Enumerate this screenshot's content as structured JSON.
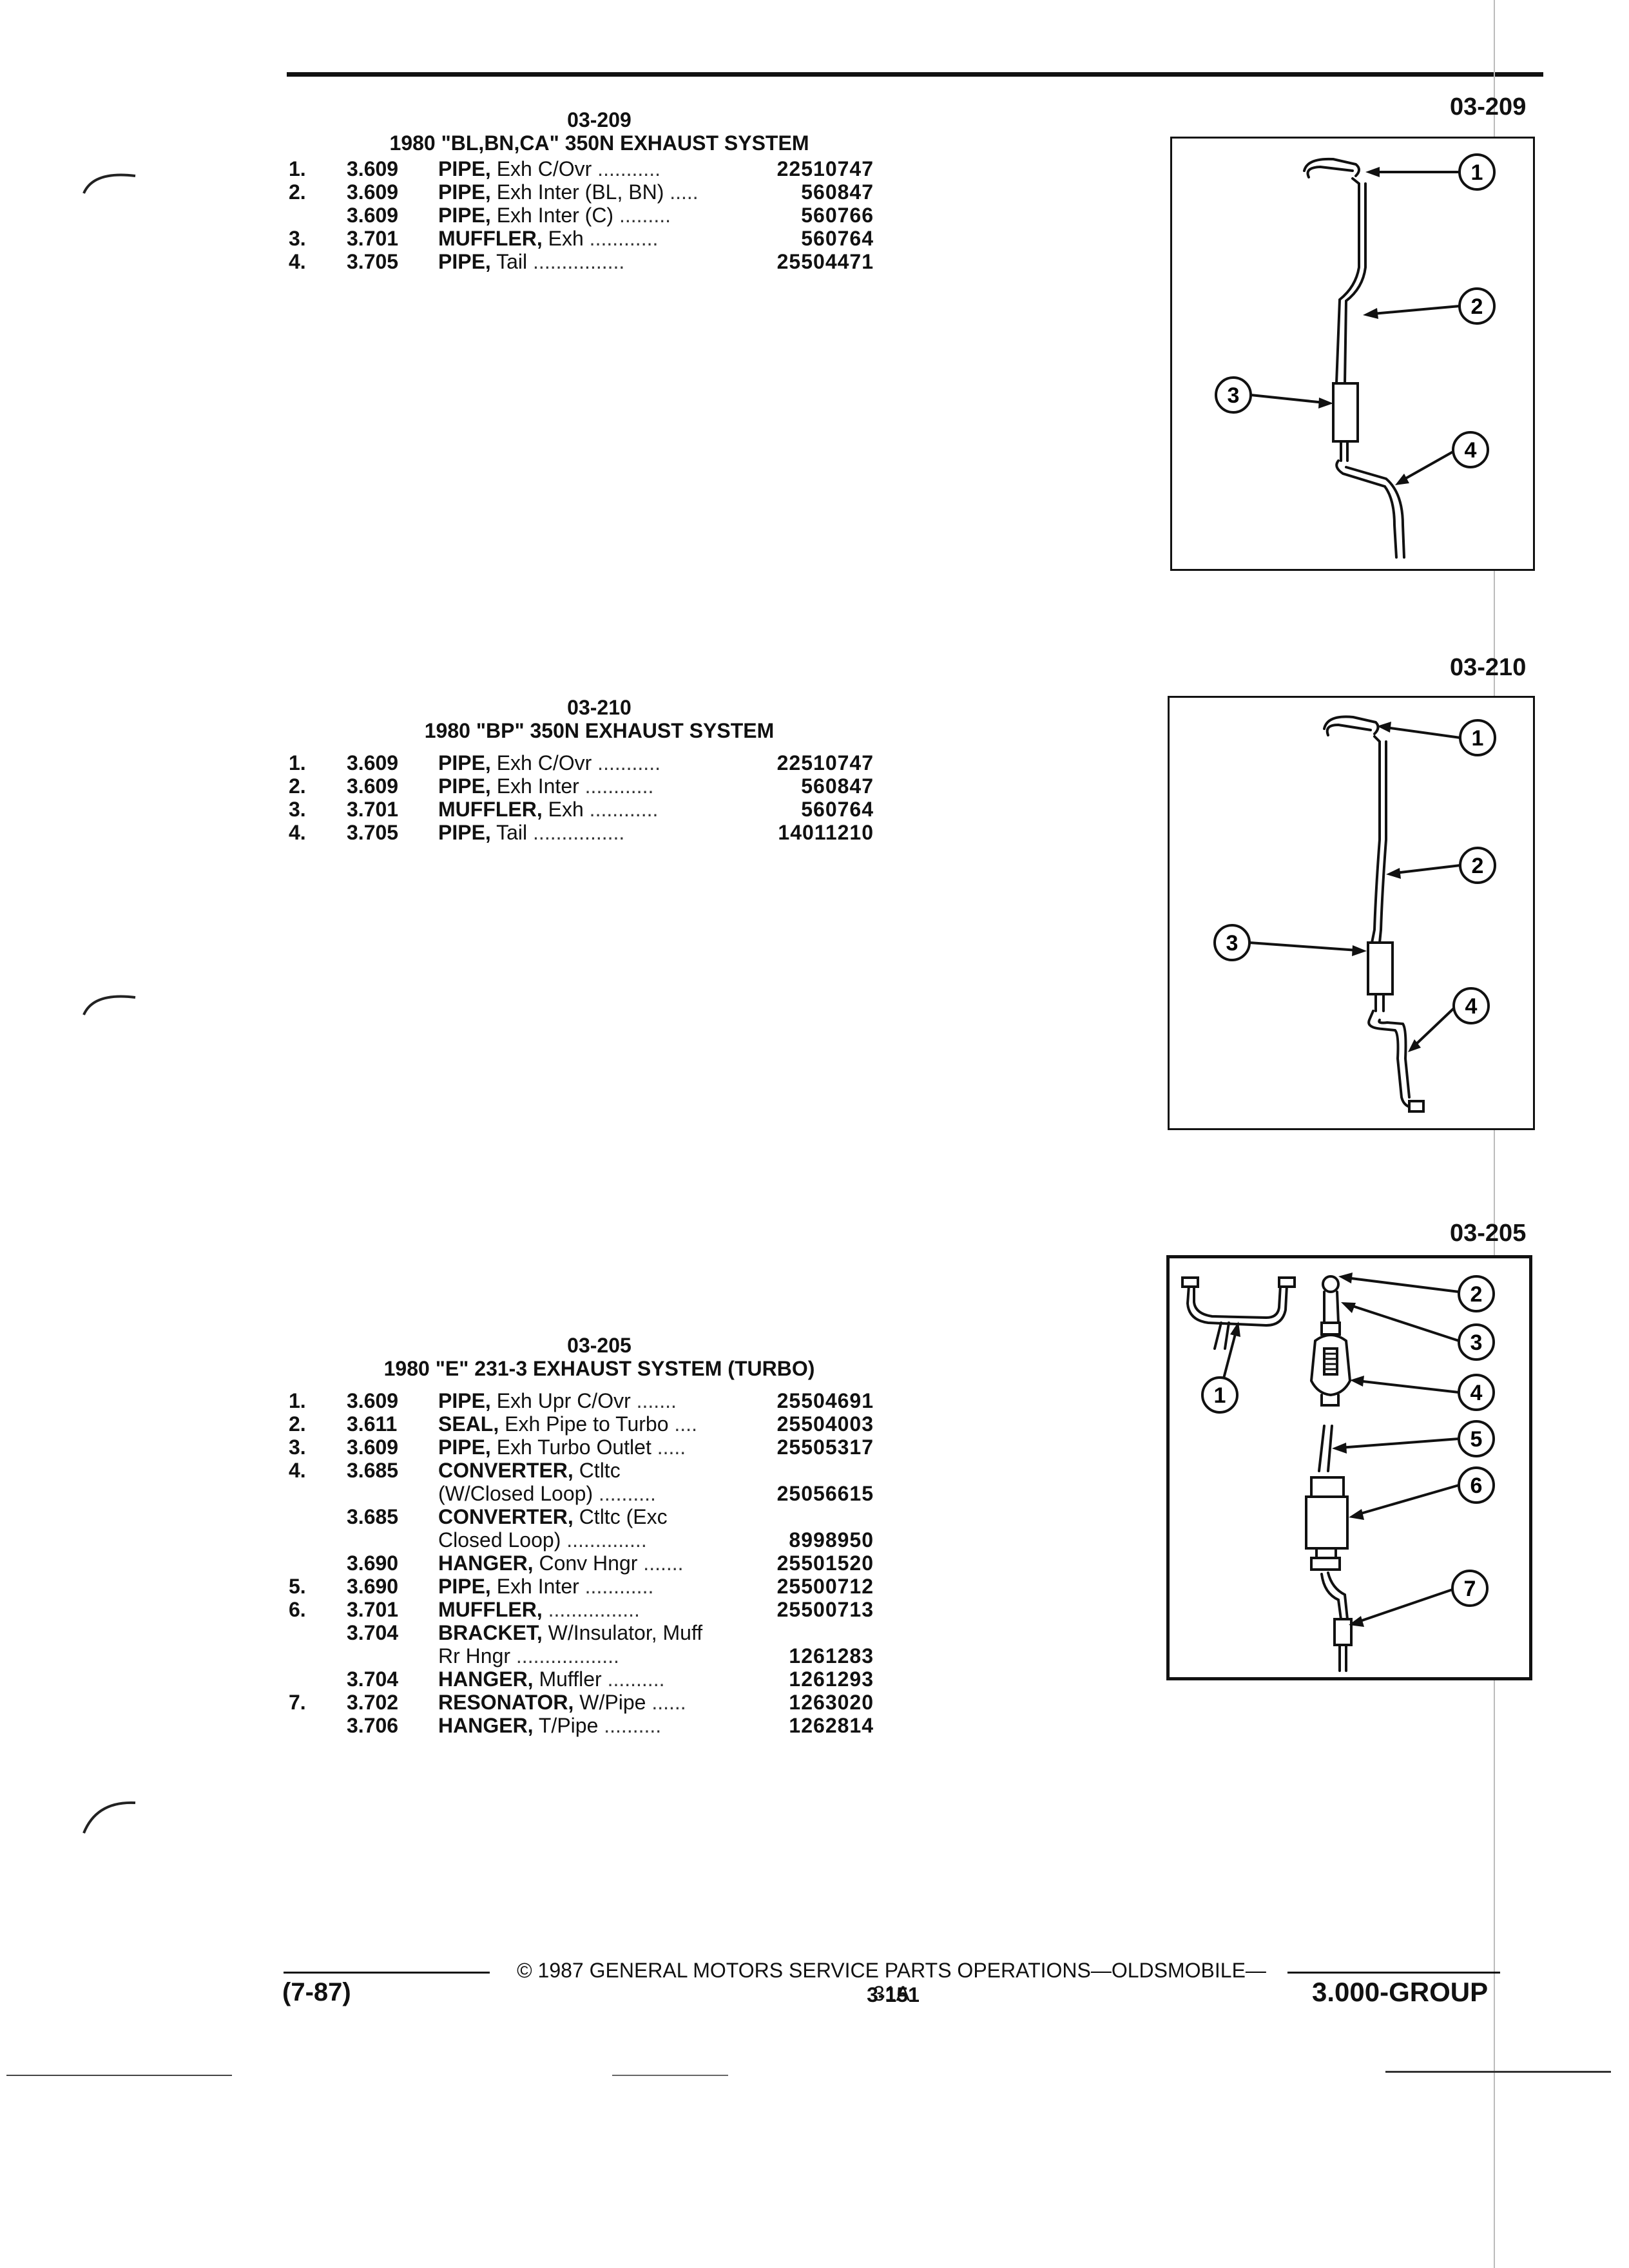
{
  "sections": [
    {
      "code": "03-209",
      "title": "1980 \"BL,BN,CA\" 350N EXHAUST SYSTEM",
      "items": [
        {
          "num": "1.",
          "code": "3.609",
          "name": "PIPE,",
          "desc": "Exh C/Ovr",
          "fill": " ...........",
          "part": "22510747"
        },
        {
          "num": "2.",
          "code": "3.609",
          "name": "PIPE,",
          "desc": "Exh Inter (BL, BN)",
          "fill": " .....",
          "part": "560847"
        },
        {
          "num": "",
          "code": "3.609",
          "name": "PIPE,",
          "desc": "Exh Inter (C)",
          "fill": " .........",
          "part": "560766"
        },
        {
          "num": "3.",
          "code": "3.701",
          "name": "MUFFLER,",
          "desc": "Exh",
          "fill": " ............",
          "part": "560764"
        },
        {
          "num": "4.",
          "code": "3.705",
          "name": "PIPE,",
          "desc": "Tail",
          "fill": " ................",
          "part": "25504471"
        }
      ]
    },
    {
      "code": "03-210",
      "title": "1980 \"BP\" 350N EXHAUST SYSTEM",
      "items": [
        {
          "num": "1.",
          "code": "3.609",
          "name": "PIPE,",
          "desc": "Exh C/Ovr",
          "fill": " ...........",
          "part": "22510747"
        },
        {
          "num": "2.",
          "code": "3.609",
          "name": "PIPE,",
          "desc": "Exh Inter",
          "fill": " ............",
          "part": "560847"
        },
        {
          "num": "3.",
          "code": "3.701",
          "name": "MUFFLER,",
          "desc": "Exh",
          "fill": " ............",
          "part": "560764"
        },
        {
          "num": "4.",
          "code": "3.705",
          "name": "PIPE,",
          "desc": "Tail",
          "fill": " ................",
          "part": "14011210"
        }
      ]
    },
    {
      "code": "03-205",
      "title": "1980 \"E\" 231-3 EXHAUST SYSTEM (TURBO)",
      "items": [
        {
          "num": "1.",
          "code": "3.609",
          "name": "PIPE,",
          "desc": "Exh Upr C/Ovr",
          "fill": " .......",
          "part": "25504691"
        },
        {
          "num": "2.",
          "code": "3.611",
          "name": "SEAL,",
          "desc": "Exh Pipe to Turbo",
          "fill": " ....",
          "part": "25504003"
        },
        {
          "num": "3.",
          "code": "3.609",
          "name": "PIPE,",
          "desc": "Exh Turbo Outlet",
          "fill": " .....",
          "part": "25505317"
        },
        {
          "num": "4.",
          "code": "3.685",
          "name": "CONVERTER,",
          "desc": "Ctltc",
          "fill": "",
          "part": ""
        },
        {
          "num": "",
          "code": "",
          "name": "",
          "desc": "(W/Closed Loop)",
          "fill": " ..........",
          "part": "25056615"
        },
        {
          "num": "",
          "code": "3.685",
          "name": "CONVERTER,",
          "desc": "Ctltc (Exc",
          "fill": "",
          "part": ""
        },
        {
          "num": "",
          "code": "",
          "name": "",
          "desc": "Closed Loop)",
          "fill": " ..............",
          "part": "8998950"
        },
        {
          "num": "",
          "code": "3.690",
          "name": "HANGER,",
          "desc": "Conv Hngr",
          "fill": " .......",
          "part": "25501520"
        },
        {
          "num": "5.",
          "code": "3.690",
          "name": "PIPE,",
          "desc": "Exh Inter",
          "fill": " ............",
          "part": "25500712"
        },
        {
          "num": "6.",
          "code": "3.701",
          "name": "MUFFLER,",
          "desc": "",
          "fill": " ................",
          "part": "25500713"
        },
        {
          "num": "",
          "code": "3.704",
          "name": "BRACKET,",
          "desc": "W/Insulator, Muff",
          "fill": "",
          "part": ""
        },
        {
          "num": "",
          "code": "",
          "name": "",
          "desc": "Rr Hngr",
          "fill": " ..................",
          "part": "1261283"
        },
        {
          "num": "",
          "code": "3.704",
          "name": "HANGER,",
          "desc": "Muffler",
          "fill": " ..........",
          "part": "1261293"
        },
        {
          "num": "7.",
          "code": "3.702",
          "name": "RESONATOR,",
          "desc": "W/Pipe",
          "fill": " ......",
          "part": "1263020"
        },
        {
          "num": "",
          "code": "3.706",
          "name": "HANGER,",
          "desc": "T/Pipe",
          "fill": " ..........",
          "part": "1262814"
        }
      ]
    }
  ],
  "diagram_callouts": {
    "d209": [
      "1",
      "2",
      "3",
      "4"
    ],
    "d210": [
      "1",
      "2",
      "3",
      "4"
    ],
    "d205": [
      "1",
      "2",
      "3",
      "4",
      "5",
      "6",
      "7"
    ]
  },
  "footer": {
    "copyright": "© 1987 GENERAL MOTORS SERVICE PARTS OPERATIONS—OLDSMOBILE—31A",
    "page": "3-151",
    "date": "(7-87)",
    "group": "3.000-GROUP"
  }
}
